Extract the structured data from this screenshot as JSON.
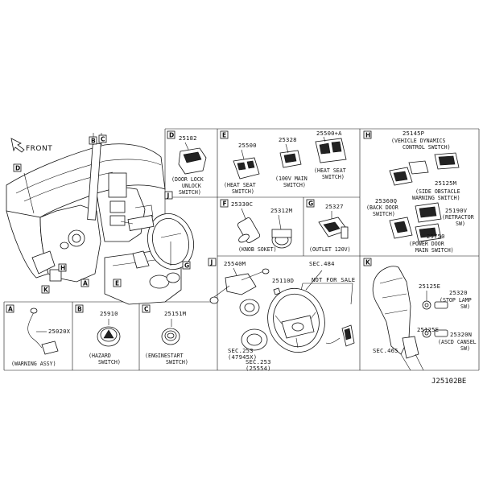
{
  "front_label": "FRONT",
  "diagram_code": "J25102BE",
  "dashboard_tags": [
    "D",
    "B",
    "C",
    "J",
    "A",
    "E",
    "H",
    "K",
    "G"
  ],
  "panels": {
    "A": {
      "tag": "A",
      "part": "25020X",
      "caption": [
        "(WARNING ASSY)"
      ]
    },
    "B": {
      "tag": "B",
      "part": "25910",
      "caption": [
        "(HAZARD",
        "SWITCH)"
      ]
    },
    "C": {
      "tag": "C",
      "part": "25151M",
      "caption": [
        "(ENGINESTART",
        "SWITCH)"
      ]
    },
    "D": {
      "tag": "D",
      "part": "25182",
      "caption": [
        "(DOOR LOCK",
        "UNLOCK",
        "SWITCH)"
      ]
    },
    "E": {
      "tag": "E",
      "parts": [
        "25500",
        "25328",
        "25500+A"
      ],
      "captions": [
        [
          "(HEAT SEAT",
          "SWITCH)"
        ],
        [
          "(100V MAIN",
          "SWITCH)"
        ],
        [
          "(HEAT SEAT",
          "SWITCH)"
        ]
      ]
    },
    "F": {
      "tag": "F",
      "parts": [
        "25330C",
        "25312M"
      ],
      "caption": [
        "(KNOB SOKET)"
      ]
    },
    "G": {
      "tag": "G",
      "part": "25327",
      "caption": [
        "(OUTLET 120V)"
      ]
    },
    "H": {
      "tag": "H",
      "parts": [
        "25145P",
        "25125M",
        "25360Q",
        "25190V",
        "25750"
      ],
      "captions": [
        [
          "(VEHICLE DYNAMICS",
          "CONTROL SWITCH)"
        ],
        [
          "(SIDE OBSTACLE",
          "WARNING SWITCH)"
        ],
        [
          "(BACK DOOR",
          "SWITCH)"
        ],
        [
          "(RETRACTOR",
          "SW)"
        ],
        [
          "(POWER DOOR",
          "MAIN SWITCH)"
        ]
      ]
    },
    "J": {
      "tag": "J",
      "parts": [
        "25540M",
        "25110D"
      ],
      "sec_484": "SEC.484",
      "not_for_sale": "NOT FOR SALE",
      "sec_253a": [
        "SEC.253",
        "(47945X)"
      ],
      "sec_253b": [
        "SEC.253",
        "(25554)"
      ]
    },
    "K": {
      "tag": "K",
      "parts": [
        "25125E",
        "25320",
        "25125E",
        "25320N"
      ],
      "captions": [
        [
          "(STOP LAMP",
          "SW)"
        ],
        [
          "(ASCD CANSEL",
          "SW)"
        ]
      ],
      "sec": "SEC.465"
    }
  },
  "icons": [
    "front-arrow-icon",
    "hazard-triangle-icon"
  ]
}
